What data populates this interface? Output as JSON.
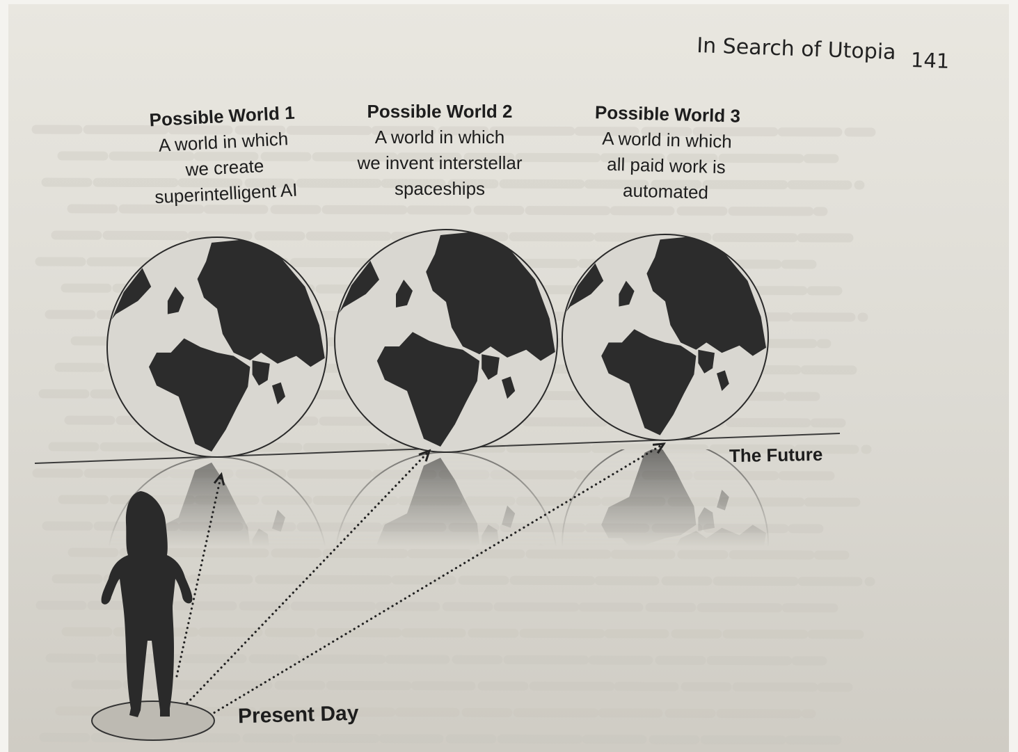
{
  "running_head": "In Search of Utopia",
  "page_number": "141",
  "worlds": [
    {
      "title": "Possible World 1",
      "description": [
        "A world in which",
        "we create",
        "superintelligent AI"
      ]
    },
    {
      "title": "Possible World 2",
      "description": [
        "A world in which",
        "we invent interstellar",
        "spaceships"
      ]
    },
    {
      "title": "Possible World 3",
      "description": [
        "A world in which",
        "all paid work is",
        "automated"
      ]
    }
  ],
  "future_label": "The Future",
  "present_label": "Present Day",
  "colors": {
    "paper": "#e4e2db",
    "ink": "#1d1d1d",
    "ocean": "#d9d7d1",
    "land": "#2c2c2c"
  }
}
